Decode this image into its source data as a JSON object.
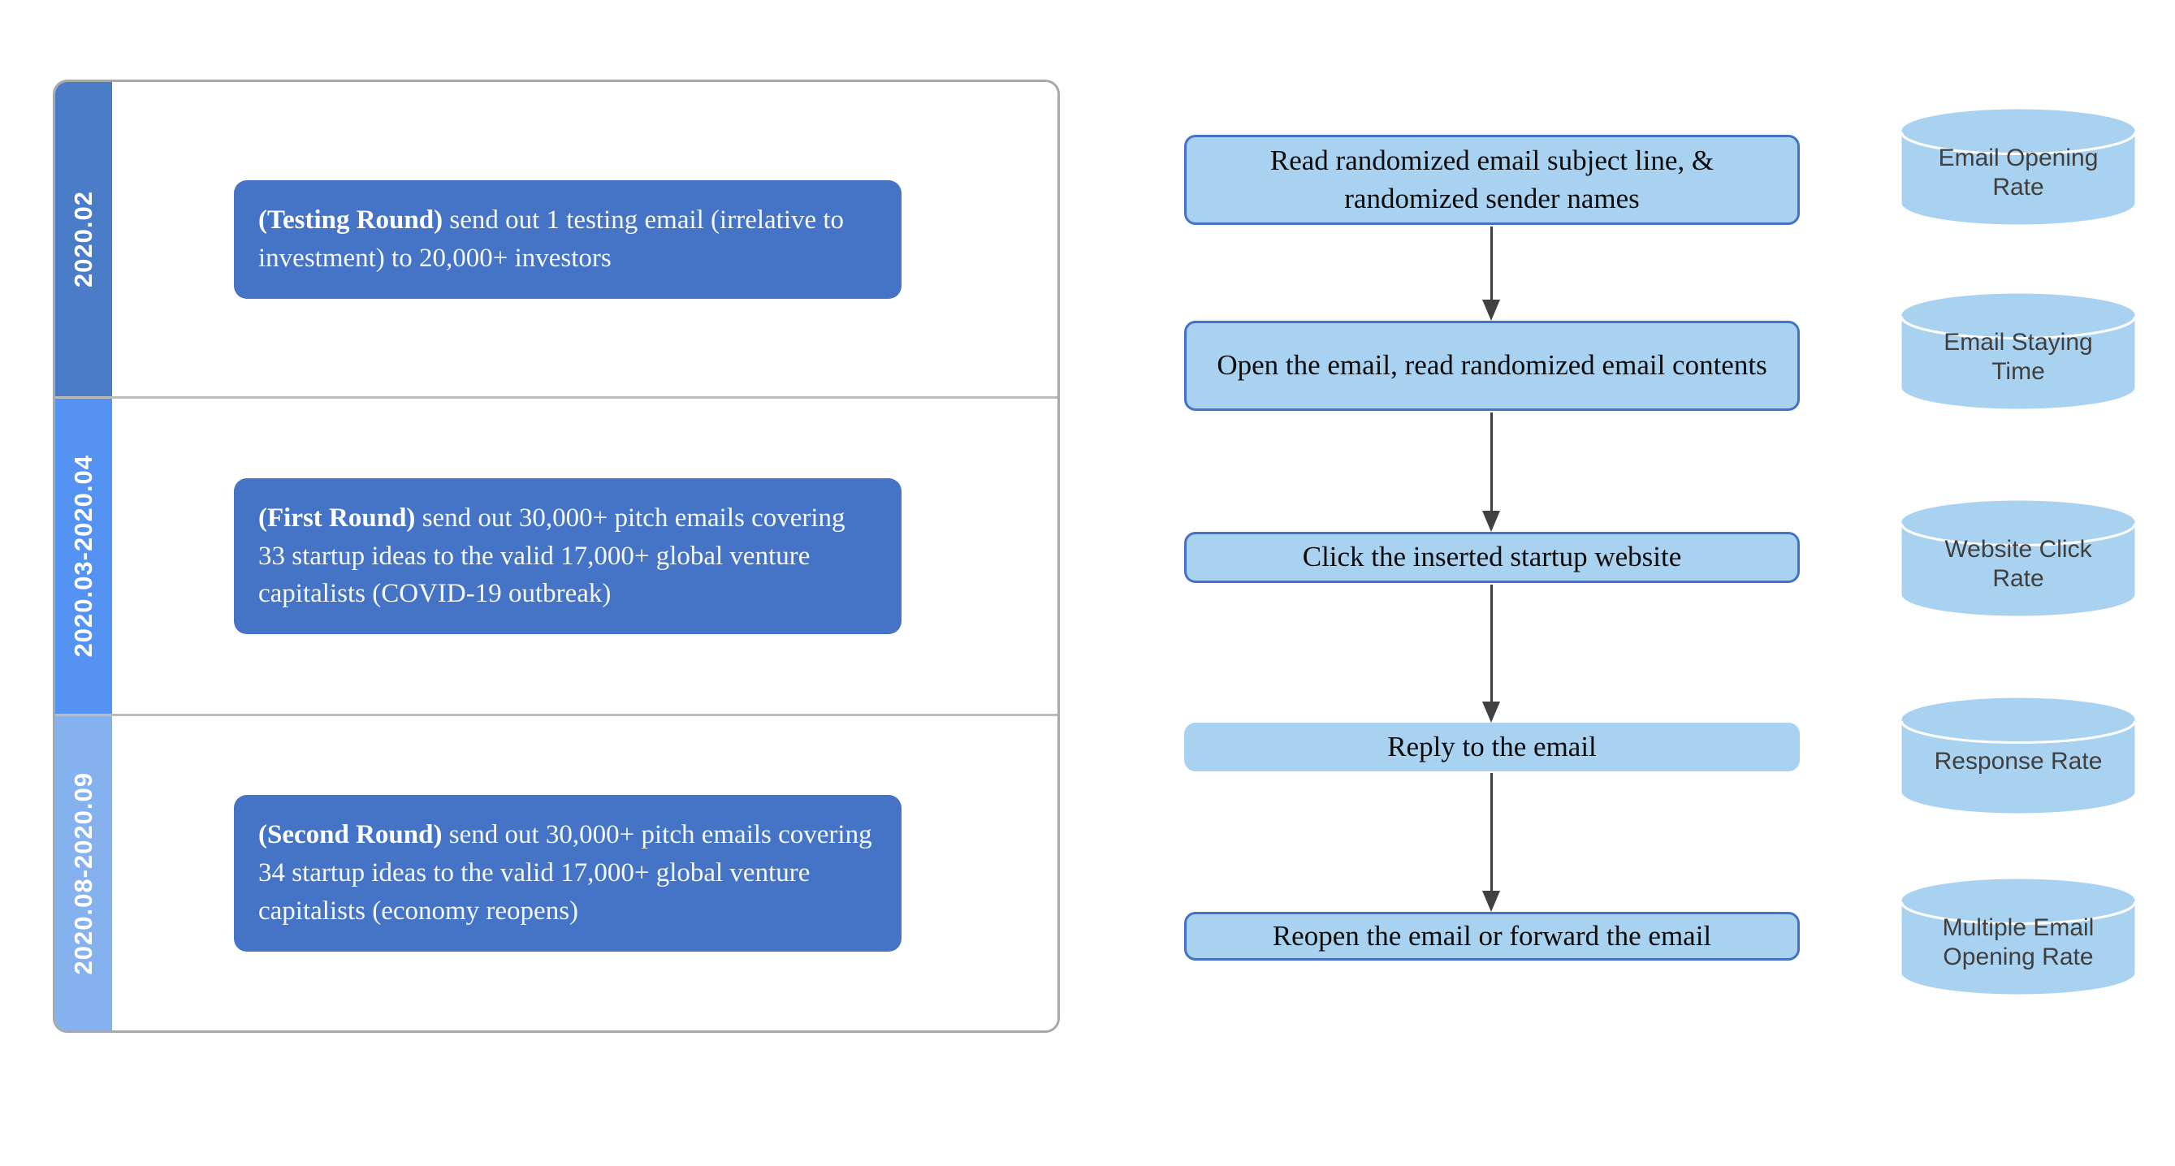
{
  "timeline": {
    "rounds": [
      {
        "period": "2020.02",
        "label": "(Testing Round)",
        "text": "send out 1 testing email (irrelative to investment) to 20,000+ investors"
      },
      {
        "period": "2020.03-2020.04",
        "label": "(First Round)",
        "text": "send out 30,000+ pitch emails covering 33 startup ideas to the valid 17,000+ global venture capitalists (COVID-19 outbreak)"
      },
      {
        "period": "2020.08-2020.09",
        "label": "(Second Round)",
        "text": "send out 30,000+ pitch emails covering 34 startup ideas to the valid 17,000+ global venture capitalists  (economy reopens)"
      }
    ]
  },
  "flow": {
    "steps": [
      "Read randomized email subject line, & randomized sender names",
      "Open the email, read randomized email contents",
      "Click the inserted startup website",
      "Reply to the email",
      "Reopen the email or forward the email"
    ]
  },
  "metrics": [
    "Email Opening Rate",
    "Email Staying Time",
    "Website Click Rate",
    "Response Rate",
    "Multiple Email Opening Rate"
  ],
  "colors": {
    "period_strip_1": "#4a7cc7",
    "period_strip_2": "#5593f2",
    "period_strip_3": "#85b2ef",
    "round_box_fill": "#4574c6",
    "flow_box_fill": "#a9d2f0",
    "flow_box_border": "#4472c4",
    "cylinder_fill": "#a9d2f0",
    "arrow": "#3f4040",
    "panel_border": "#a8a8a8"
  }
}
